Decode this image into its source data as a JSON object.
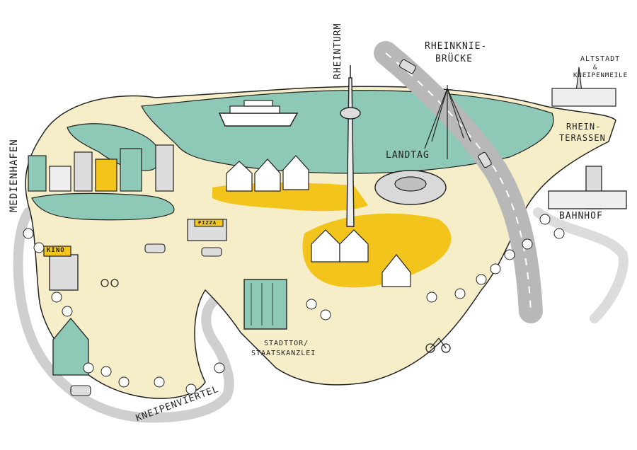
{
  "map": {
    "labels": {
      "medienhafen": "MEDIENHAFEN",
      "rheinturm": "RHEINTURM",
      "rheinknie_1": "RHEINKNIE-",
      "rheinknie_2": "BRÜCKE",
      "altstadt_1": "ALTSTADT",
      "altstadt_amp": "&",
      "altstadt_2": "KNEIPENMEILE",
      "rheinterassen_1": "RHEIN-",
      "rheinterassen_2": "TERASSEN",
      "landtag": "LANDTAG",
      "bahnhof": "BAHNHOF",
      "stadttor_1": "STADTTOR/",
      "stadttor_2": "STAATSKANZLEI",
      "kneipenviertel": "KNEIPENVIERTEL",
      "kino_sign": "KINO",
      "pizza_sign": "PIZZA"
    },
    "colors": {
      "river": "#8ec8b6",
      "land": "#f6eec8",
      "event_yellow": "#f3c51c",
      "road": "#b8b8b8",
      "building": "#d9d9d9",
      "outline": "#222222",
      "tree": "#ffffff"
    },
    "icons": [
      "ship-icon",
      "tv-tower-icon",
      "cable-bridge-icon",
      "car-icon",
      "bicycle-icon",
      "tent-icon",
      "tree-icon",
      "church-spire-icon",
      "clock-tower-icon"
    ]
  }
}
